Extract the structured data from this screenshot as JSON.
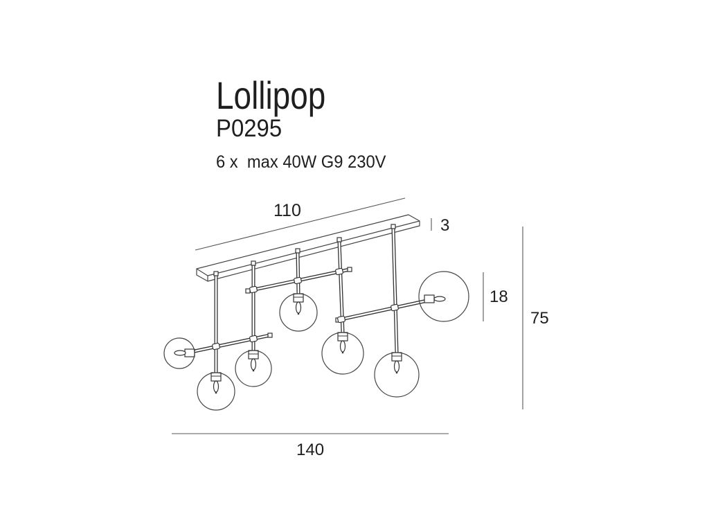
{
  "product": {
    "name": "Lollipop",
    "code": "P0295",
    "spec": "6 x  max 40W G9 230V"
  },
  "dimensions": {
    "canopy_length": "110",
    "canopy_height": "3",
    "globe": "18",
    "height": "75",
    "width": "140"
  },
  "colors": {
    "background": "#ffffff",
    "line": "#444444",
    "text": "#1e1e1e"
  }
}
